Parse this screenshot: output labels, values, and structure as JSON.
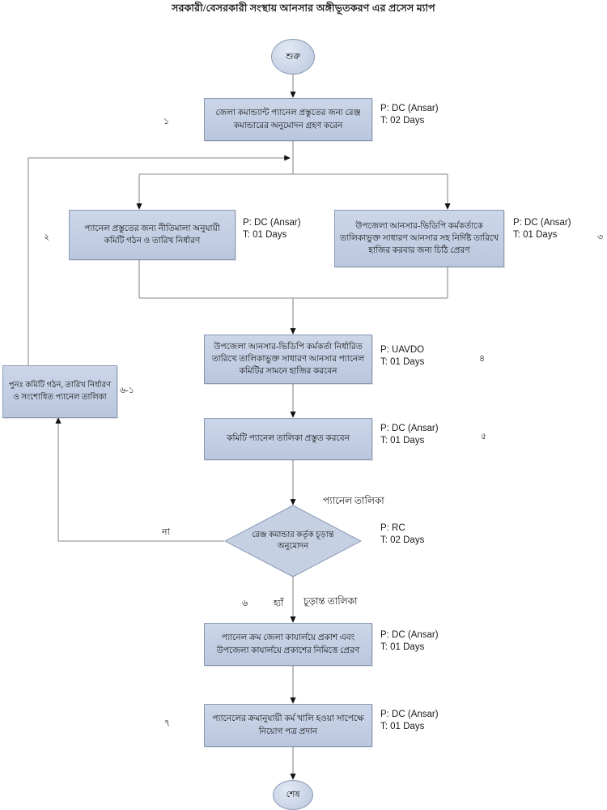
{
  "page": {
    "title": "সরকারী/বেসরকারী সংস্থায় আনসার অঙ্গীভূতকরণ এর প্রসেস ম্যাপ"
  },
  "terminals": {
    "start": "শুরু",
    "end": "শেষ"
  },
  "nodes": [
    {
      "id": "n1",
      "text": "জেলা কমান্ড্যান্ট প্যানেল প্রস্তুতের জন্য রেঞ্জ কমান্ডারের অনুমোদন গ্রহণ করেন",
      "person": "P: DC (Ansar)",
      "time": "T: 02 Days",
      "number": "১"
    },
    {
      "id": "n2",
      "text": "প্যানেল প্রস্তুতের জন্য নীতিমালা অনুযায়ী কমিটি গঠন ও তারিখ নির্ধারণ",
      "person": "P: DC (Ansar)",
      "time": "T: 01 Days",
      "number": "২"
    },
    {
      "id": "n3",
      "text": "উপজেলা আনসার-ভিডিপি কর্মকর্তাকে তালিকাভুক্ত সাধারণ আনসার সহ নির্দিষ্ট তারিখে হাজির করবার জন্য চিঠি প্রেরণ",
      "person": "P: DC (Ansar)",
      "time": "T: 01 Days",
      "number": "৩"
    },
    {
      "id": "n4",
      "text": "উপজেলা আনসার-ভিডিপি কর্মকর্তা নির্ধারিত তারিখে তালিকাভুক্ত সাধারণ আনসার প্যানেল কমিটির সামনে হাজির করবেন",
      "person": "P: UAVDO",
      "time": "T: 01 Days",
      "number": "৪"
    },
    {
      "id": "n5",
      "text": "কমিটি প্যানেল তালিকা প্রস্তুত করবেন",
      "person": "P: DC (Ansar)",
      "time": "T: 01 Days",
      "number": "৫"
    },
    {
      "id": "n6",
      "text": "রেঞ্জ কমান্ডার কর্তৃক চূড়ান্ত অনুমোদন",
      "person": "P: RC",
      "time": "T: 02 Days",
      "number": "৬"
    },
    {
      "id": "n7",
      "text": "প্যানেল ক্রম জেলা কাযার্লয়ে প্রকাশ এবং উপজেলা কাযার্লয়ে প্রকাশের নিমিত্তে প্রেরণ",
      "person": "P: DC (Ansar)",
      "time": "T: 01 Days",
      "number": ""
    },
    {
      "id": "n8",
      "text": "প্যানেলের ক্রমানুযায়ী কর্ম খালি হওয়া সাপেক্ষে নিয়োগ পত্র প্রদান",
      "person": "P: DC (Ansar)",
      "time": "T: 01 Days",
      "number": "৭"
    },
    {
      "id": "n9",
      "text": "পুনঃ  কমিটি গঠন, তারিখ নির্ধারণ ও সংশোধিত প্যানেল তালিকা",
      "person": "",
      "time": "",
      "number": "৬-১"
    }
  ],
  "edge_labels": {
    "no": "না",
    "yes": "হ্যাঁ",
    "panel_list": "প্যানেল তালিকা",
    "final_list": "চূড়ান্ত তালিকা"
  },
  "colors": {
    "node_fill": "#c5d0e3",
    "node_border": "#8a9ab5",
    "line": "#7f7f7f",
    "text": "#111111"
  }
}
